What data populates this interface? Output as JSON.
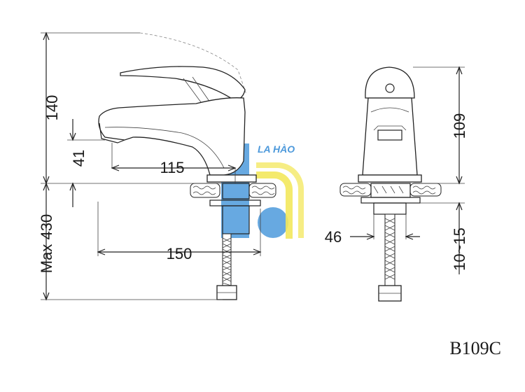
{
  "dimensions": {
    "height_total": "140",
    "spout_height": "41",
    "spout_reach": "115",
    "hose_length": "Max 430",
    "overall_reach": "150",
    "body_height_side": "109",
    "base_diameter": "46",
    "counter_thickness": "10~15"
  },
  "model": "B109C",
  "watermark": {
    "brand": "LA HÀO",
    "colors": {
      "blue": "#3a8fd8",
      "yellow": "#f2e64a"
    }
  }
}
